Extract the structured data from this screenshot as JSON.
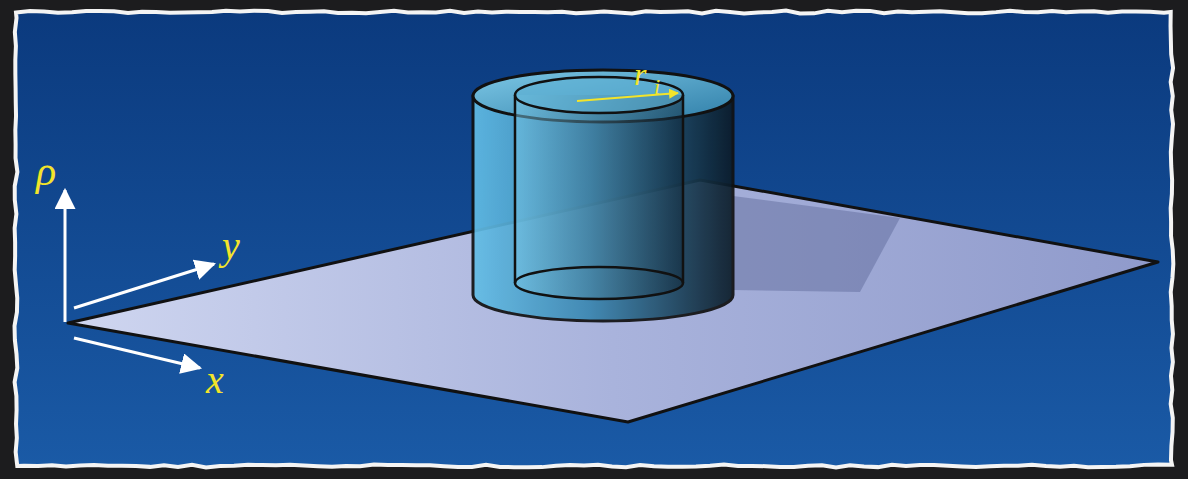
{
  "diagram": {
    "labels": [
      "r",
      "i",
      "ρ",
      "y",
      "x"
    ]
  }
}
